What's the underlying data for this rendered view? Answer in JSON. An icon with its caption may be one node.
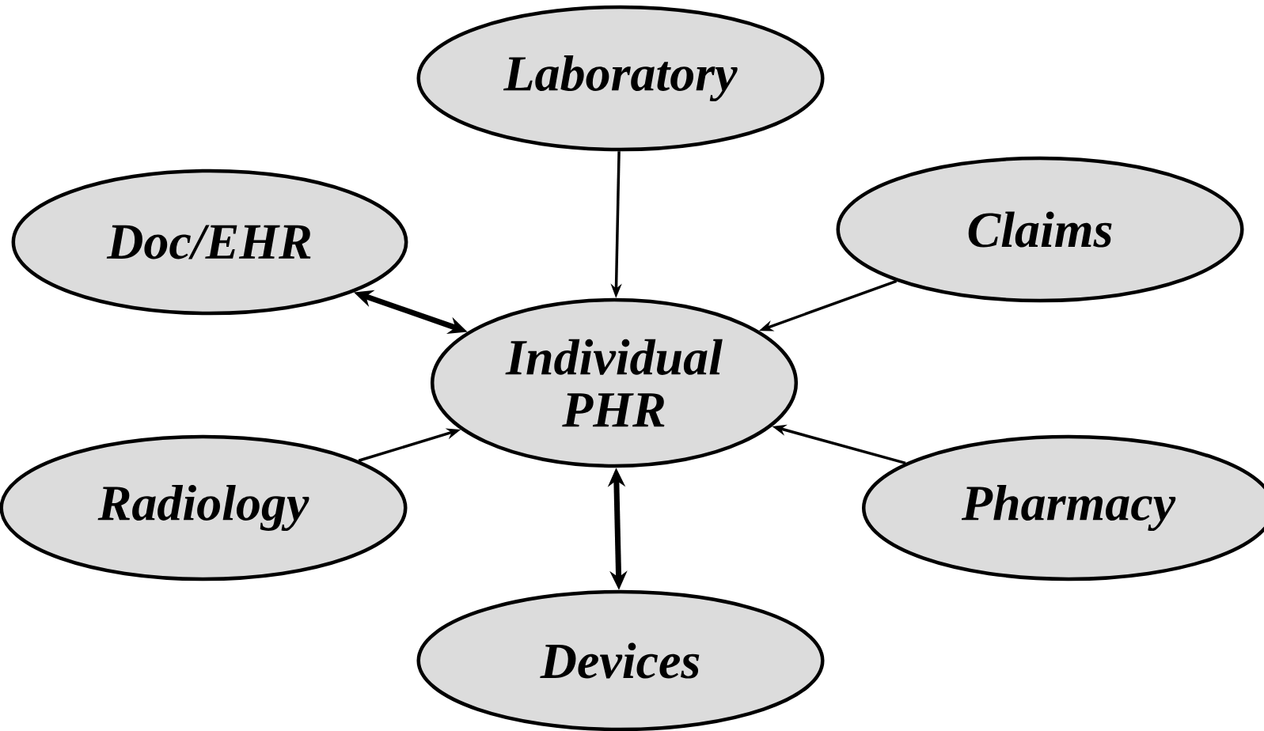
{
  "diagram": {
    "nodes": [
      {
        "text": [
          "Laboratory"
        ]
      },
      {
        "text": [
          "Doc/EHR"
        ]
      },
      {
        "text": [
          "Claims"
        ]
      },
      {
        "text": [
          "Individual PHR"
        ]
      },
      {
        "text": [
          "Radiology"
        ]
      },
      {
        "text": [
          "Pharmacy"
        ]
      },
      {
        "text": [
          "Devices"
        ]
      }
    ],
    "edges": [
      {
        "from": 0,
        "to": 3,
        "arrow": "to"
      },
      {
        "from": 1,
        "to": 3,
        "arrow": "both",
        "style": "thick"
      },
      {
        "from": 2,
        "to": 3,
        "arrow": "to"
      },
      {
        "from": 4,
        "to": 3,
        "arrow": "to"
      },
      {
        "from": 5,
        "to": 3,
        "arrow": "to"
      },
      {
        "from": 3,
        "to": 6,
        "arrow": "both",
        "style": "thick"
      }
    ]
  }
}
